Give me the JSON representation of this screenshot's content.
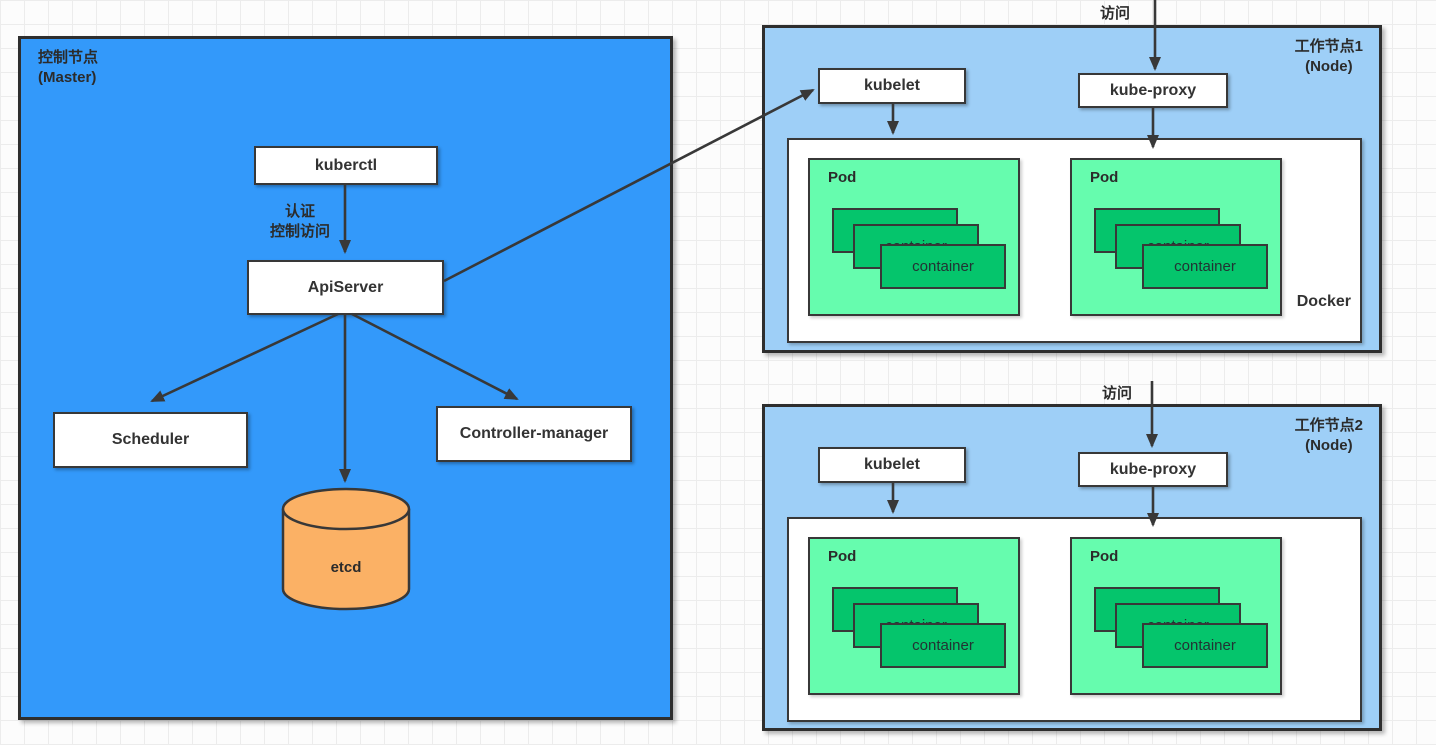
{
  "colors": {
    "master_fill": "#3399fa",
    "node_fill": "#9ecff7",
    "pod_fill": "#66fcae",
    "container_fill": "#05c56c",
    "etcd_fill": "#fbb165",
    "box_fill": "#ffffff",
    "stroke": "#383838",
    "text": "#333333"
  },
  "master": {
    "title_line1": "控制节点",
    "title_line2": "(Master)",
    "kuberctl_label": "kuberctl",
    "auth_line1": "认证",
    "auth_line2": "控制访问",
    "apiserver_label": "ApiServer",
    "scheduler_label": "Scheduler",
    "controller_manager_label": "Controller-manager",
    "etcd_label": "etcd"
  },
  "nodes": [
    {
      "title_line1": "工作节点1",
      "title_line2": "(Node)",
      "access_label": "访问",
      "kubelet_label": "kubelet",
      "kube_proxy_label": "kube-proxy",
      "docker_label": "Docker",
      "pods": [
        {
          "label": "Pod",
          "containers": [
            "container",
            "container",
            "container"
          ]
        },
        {
          "label": "Pod",
          "containers": [
            "container",
            "container",
            "container"
          ]
        }
      ]
    },
    {
      "title_line1": "工作节点2",
      "title_line2": "(Node)",
      "access_label": "访问",
      "kubelet_label": "kubelet",
      "kube_proxy_label": "kube-proxy",
      "docker_label": "",
      "pods": [
        {
          "label": "Pod",
          "containers": [
            "container",
            "container",
            "container"
          ]
        },
        {
          "label": "Pod",
          "containers": [
            "container",
            "container",
            "container"
          ]
        }
      ]
    }
  ]
}
